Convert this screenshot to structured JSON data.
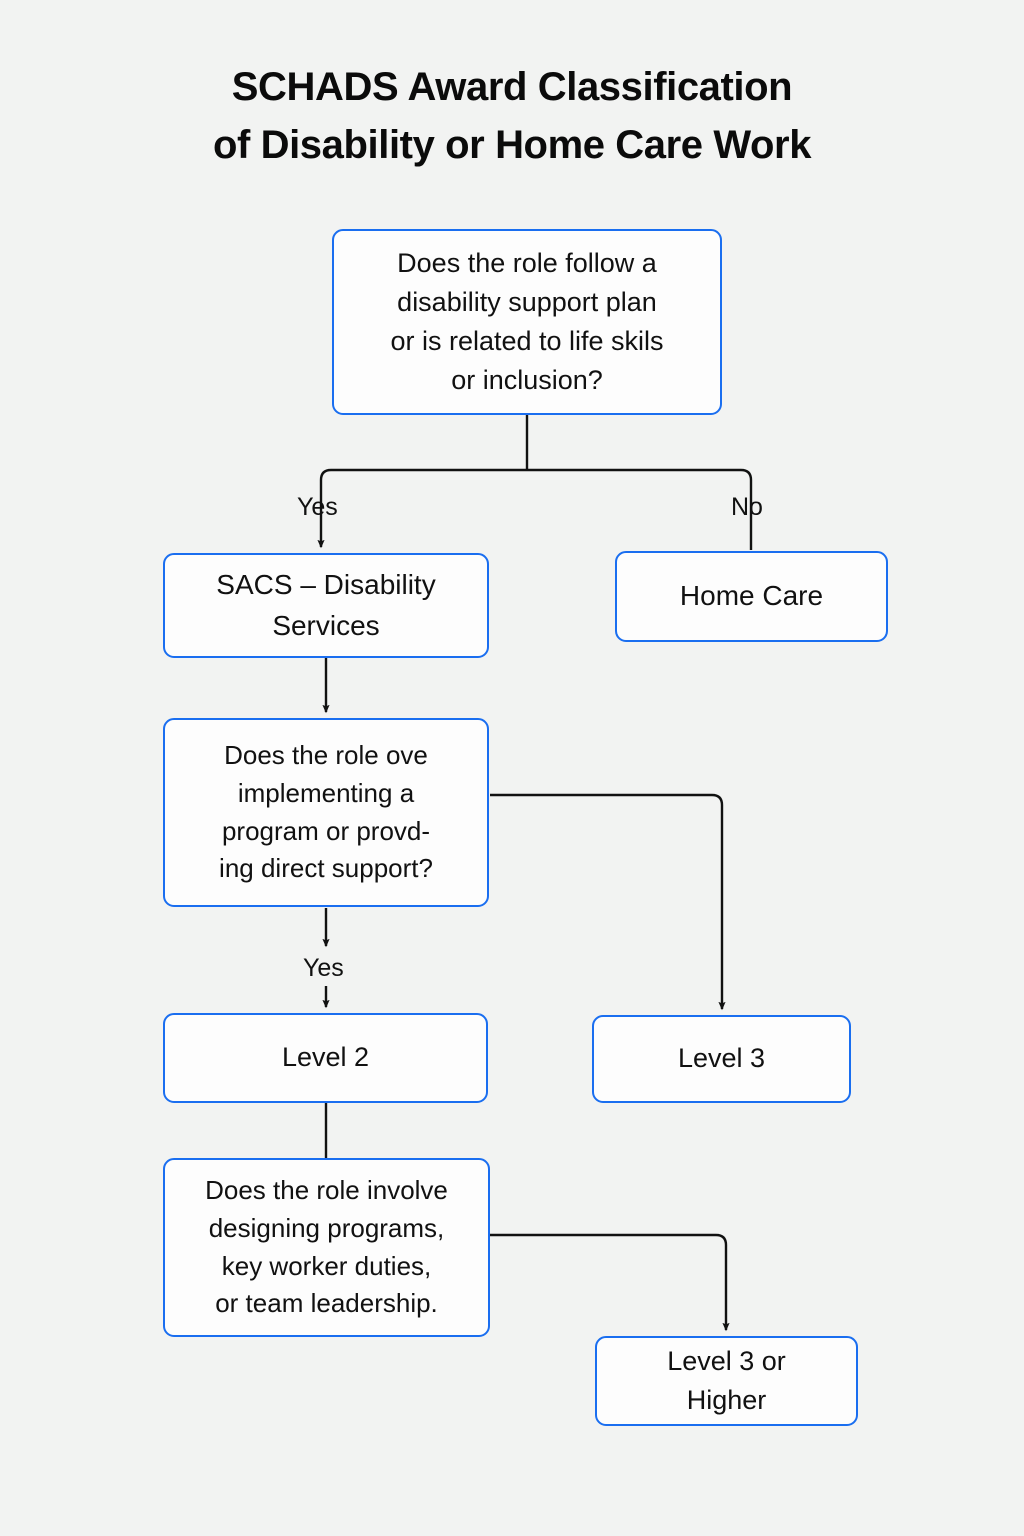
{
  "title": {
    "line1": "SCHADS Award Classification",
    "line2": "of Disability or Home Care Work"
  },
  "colors": {
    "background": "#f2f3f2",
    "node_border": "#1a6ef0",
    "node_fill": "#fdfdfd",
    "connector": "#111111",
    "text": "#111111"
  },
  "chart_data": {
    "type": "diagram",
    "diagram_type": "flowchart",
    "orientation": "top-to-bottom",
    "title": "SCHADS Award Classification of Disability or Home Care Work",
    "nodes": [
      {
        "id": "q1",
        "shape": "rounded-rectangle",
        "kind": "decision",
        "text": "Does the role follow a disability support plan or is related to life skils or inclusion?",
        "lines": [
          "Does the role follow a",
          "disability support plan",
          "or is related to life skils",
          "or inclusion?"
        ]
      },
      {
        "id": "sacs",
        "shape": "rounded-rectangle",
        "kind": "outcome",
        "text": "SACS – Disability Services",
        "lines": [
          "SACS – Disability",
          "Services"
        ]
      },
      {
        "id": "homecare",
        "shape": "rounded-rectangle",
        "kind": "outcome",
        "text": "Home Care",
        "lines": [
          "Home Care"
        ]
      },
      {
        "id": "q2",
        "shape": "rounded-rectangle",
        "kind": "decision",
        "text": "Does the role ove implementing a program or provding direct support?",
        "lines": [
          "Does the role ove",
          "implementing a",
          "program or provd-",
          "ing direct support?"
        ]
      },
      {
        "id": "level2",
        "shape": "rounded-rectangle",
        "kind": "outcome",
        "text": "Level 2",
        "lines": [
          "Level 2"
        ]
      },
      {
        "id": "level3",
        "shape": "rounded-rectangle",
        "kind": "outcome",
        "text": "Level 3",
        "lines": [
          "Level 3"
        ]
      },
      {
        "id": "q3",
        "shape": "rounded-rectangle",
        "kind": "decision",
        "text": "Does the role involve designing programs, key worker duties, or team leadership.",
        "lines": [
          "Does the role involve",
          "designing programs,",
          "key worker duties,",
          "or team leadership."
        ]
      },
      {
        "id": "level3h",
        "shape": "rounded-rectangle",
        "kind": "outcome",
        "text": "Level 3 or Higher",
        "lines": [
          "Level 3 or",
          "Higher"
        ]
      }
    ],
    "edges": [
      {
        "from": "q1",
        "to": "sacs",
        "label": "Yes",
        "arrow": true
      },
      {
        "from": "q1",
        "to": "homecare",
        "label": "No",
        "arrow": false
      },
      {
        "from": "sacs",
        "to": "q2",
        "label": "",
        "arrow": true
      },
      {
        "from": "q2",
        "to": "level2",
        "label": "Yes",
        "arrow": true
      },
      {
        "from": "q2",
        "to": "level3",
        "label": "",
        "arrow": true
      },
      {
        "from": "level2",
        "to": "q3",
        "label": "",
        "arrow": false
      },
      {
        "from": "q3",
        "to": "level3h",
        "label": "",
        "arrow": true
      }
    ],
    "edge_labels": [
      "Yes",
      "No",
      "Yes"
    ]
  },
  "nodes": {
    "q1": {
      "l1": "Does the role follow a",
      "l2": "disability support plan",
      "l3": "or is related to life skils",
      "l4": "or inclusion?"
    },
    "sacs": {
      "l1": "SACS – Disability",
      "l2": "Services"
    },
    "homecare": {
      "l1": "Home Care"
    },
    "q2": {
      "l1": "Does the role ove",
      "l2": "implementing a",
      "l3": "program or provd-",
      "l4": "ing direct support?"
    },
    "level2": {
      "l1": "Level 2"
    },
    "level3": {
      "l1": "Level 3"
    },
    "q3": {
      "l1": "Does the role involve",
      "l2": "designing programs,",
      "l3": "key worker duties,",
      "l4": "or team leadership."
    },
    "level3h": {
      "l1": "Level 3 or",
      "l2": "Higher"
    }
  },
  "labels": {
    "yes1": "Yes",
    "no1": "No",
    "yes2": "Yes"
  }
}
